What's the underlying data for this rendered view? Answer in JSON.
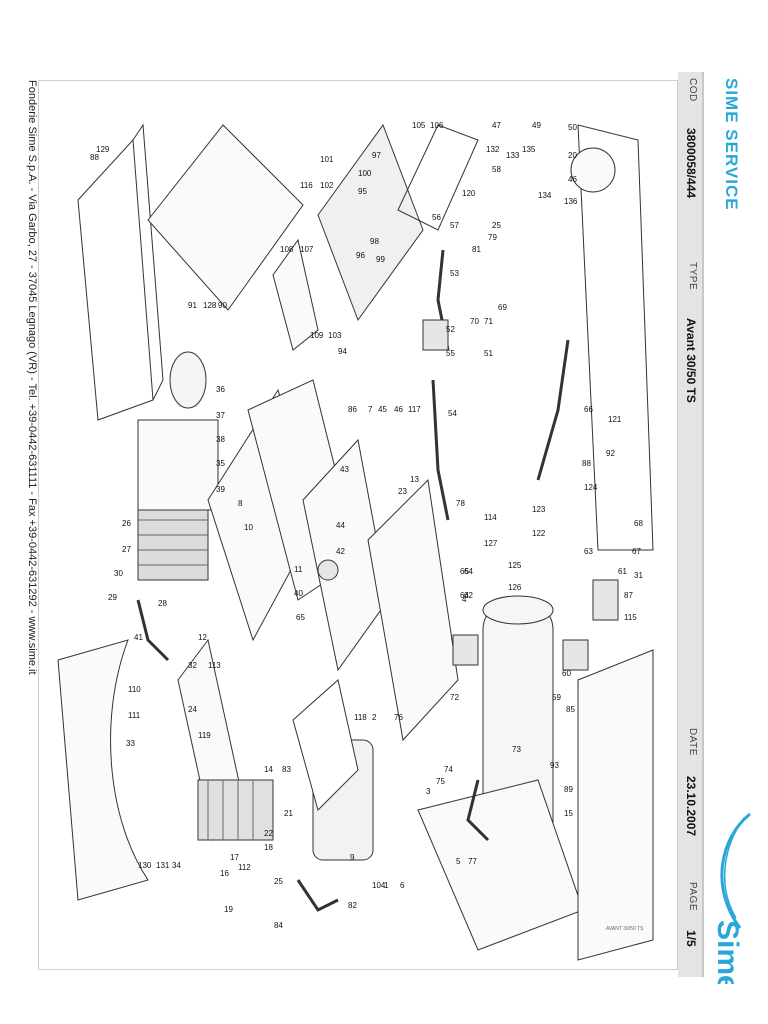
{
  "header": {
    "service_title": "SIME SERVICE",
    "cod_label": "COD",
    "cod_value": "3800058/444",
    "type_label": "TYPE",
    "type_value": "Avant 30/50 TS",
    "date_label": "DATE",
    "date_value": "23.10.2007",
    "page_label": "PAGE",
    "page_value": "1/5",
    "brand": "Sime"
  },
  "footer": {
    "address": "Fonderie Sime S.p.A. - Via Garbo, 27 - 37045 Legnago (VR) - Tel. +39-0442-631111 - Fax +39-0442-631292 - www.sime.it"
  },
  "diagram": {
    "callouts": [
      "129",
      "88",
      "91",
      "128",
      "90",
      "101",
      "102",
      "116",
      "100",
      "95",
      "97",
      "105",
      "106",
      "47",
      "132",
      "133",
      "135",
      "49",
      "50",
      "58",
      "134",
      "136",
      "46",
      "20",
      "57",
      "120",
      "81",
      "79",
      "25",
      "108",
      "107",
      "98",
      "96",
      "99",
      "53",
      "109",
      "103",
      "94",
      "56",
      "70",
      "71",
      "69",
      "52",
      "55",
      "51",
      "36",
      "37",
      "38",
      "35",
      "39",
      "7",
      "86",
      "45",
      "46",
      "117",
      "54",
      "121",
      "92",
      "66",
      "88",
      "124",
      "26",
      "27",
      "43",
      "44",
      "42",
      "23",
      "13",
      "8",
      "10",
      "78",
      "123",
      "122",
      "114",
      "127",
      "125",
      "126",
      "65",
      "64",
      "63",
      "61",
      "67",
      "68",
      "31",
      "30",
      "29",
      "28",
      "41",
      "40",
      "11",
      "113",
      "12",
      "65",
      "64",
      "62",
      "60",
      "59",
      "85",
      "87",
      "115",
      "110",
      "111",
      "33",
      "32",
      "24",
      "119",
      "118",
      "2",
      "76",
      "72",
      "73",
      "74",
      "75",
      "3",
      "93",
      "89",
      "15",
      "14",
      "83",
      "21",
      "22",
      "18",
      "17",
      "16",
      "112",
      "130",
      "131",
      "34",
      "19",
      "25",
      "84",
      "82",
      "9",
      "104",
      "1",
      "6",
      "5",
      "77",
      "4"
    ],
    "drawing_code": "AVANT 30/50 TS"
  },
  "colors": {
    "service_blue": "#2aa7d8",
    "header_band": "#e4e4e4",
    "line": "#333333"
  }
}
